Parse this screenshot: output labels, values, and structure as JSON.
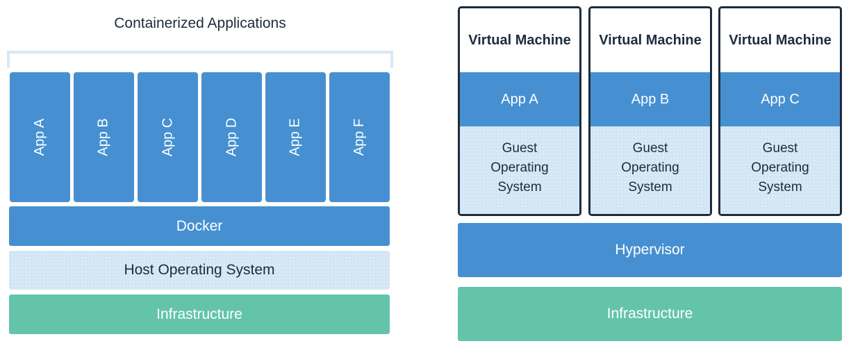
{
  "containers": {
    "title": "Containerized Applications",
    "apps": [
      "App A",
      "App B",
      "App C",
      "App D",
      "App E",
      "App F"
    ],
    "docker": "Docker",
    "host_os": "Host Operating System",
    "infrastructure": "Infrastructure"
  },
  "vms": {
    "machines": [
      {
        "title": "Virtual Machine",
        "app": "App A",
        "os_lines": [
          "Guest",
          "Operating",
          "System"
        ]
      },
      {
        "title": "Virtual Machine",
        "app": "App B",
        "os_lines": [
          "Guest",
          "Operating",
          "System"
        ]
      },
      {
        "title": "Virtual Machine",
        "app": "App C",
        "os_lines": [
          "Guest",
          "Operating",
          "System"
        ]
      }
    ],
    "hypervisor": "Hypervisor",
    "infrastructure": "Infrastructure"
  },
  "colors": {
    "blue": "#4690d1",
    "light_blue": "#d7e9f7",
    "green": "#63c4aa",
    "dark": "#1e2b3c"
  }
}
